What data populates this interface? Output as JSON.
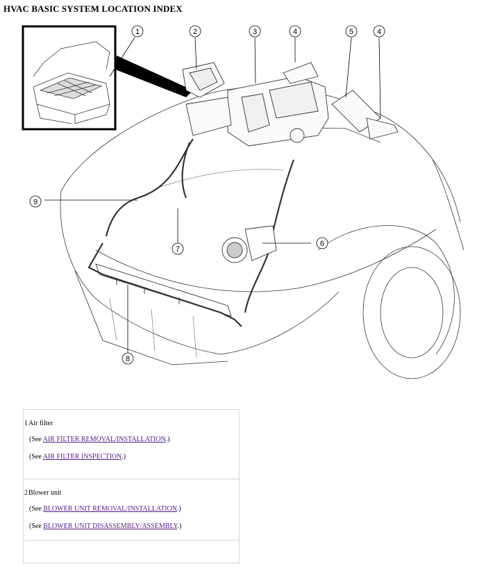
{
  "page": {
    "title": "HVAC BASIC SYSTEM LOCATION INDEX"
  },
  "diagram": {
    "callouts": [
      "1",
      "2",
      "3",
      "4",
      "5",
      "4",
      "6",
      "7",
      "8",
      "9"
    ]
  },
  "index": [
    {
      "num": "1",
      "name": "Air filter",
      "refs": [
        {
          "prefix": "(See ",
          "link": "AIR FILTER REMOVAL/INSTALLATION",
          "suffix": ".)"
        },
        {
          "prefix": "(See ",
          "link": "AIR FILTER INSPECTION",
          "suffix": ".)"
        }
      ]
    },
    {
      "num": "2",
      "name": "Blower unit",
      "refs": [
        {
          "prefix": "(See ",
          "link": "BLOWER UNIT REMOVAL/INSTALLATION",
          "suffix": ".)"
        },
        {
          "prefix": "(See ",
          "link": "BLOWER UNIT DISASSEMBLY/ASSEMBLY",
          "suffix": ".)"
        }
      ]
    }
  ]
}
